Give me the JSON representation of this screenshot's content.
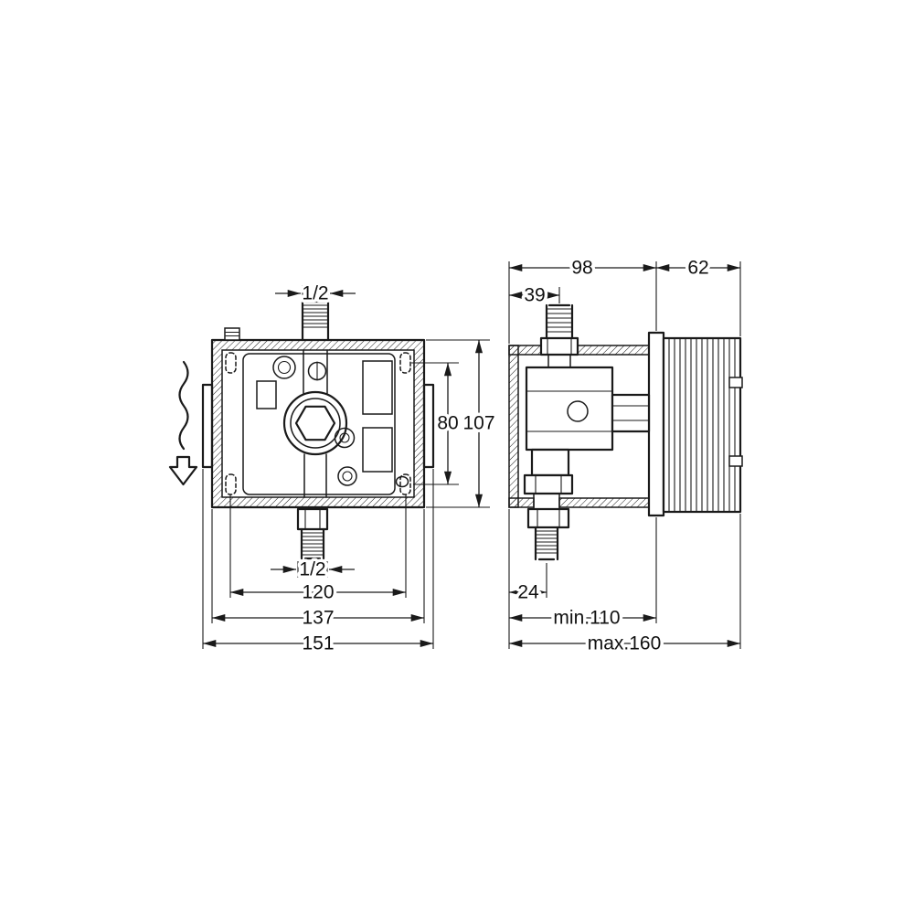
{
  "colors": {
    "ink": "#1a1a1a",
    "background": "#ffffff"
  },
  "drawing": {
    "front_view": {
      "thread_top": "1/2",
      "thread_bottom": "1/2",
      "width_holes": "120",
      "width_body": "137",
      "width_overall": "151",
      "height_holes": "80",
      "height_body": "107"
    },
    "side_view": {
      "depth_box": "98",
      "depth_cover": "62",
      "offset_top_thread": "39",
      "offset_bottom_thread": "24",
      "depth_min": "min.110",
      "depth_max": "max.160"
    }
  }
}
